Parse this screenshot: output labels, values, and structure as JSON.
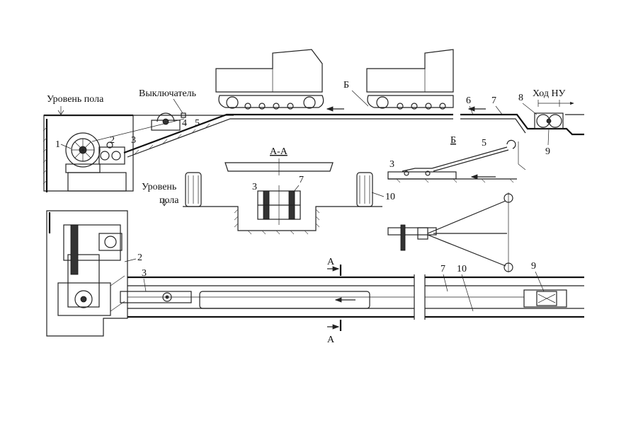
{
  "labels": {
    "floor_level_top": "Уровень пола",
    "switch": "Выключатель",
    "view_b_arrow": "Б",
    "view_b_title": "Б",
    "stroke_nu": "Ход НУ",
    "section_title": "А-А",
    "floor_level_section_line1": "Уровень",
    "floor_level_section_line2": "пола",
    "section_mark_top": "А",
    "section_mark_bottom": "А"
  },
  "callouts": {
    "n1": "1",
    "n2": "2",
    "n3": "3",
    "n4": "4",
    "n5": "5",
    "n6": "6",
    "n7": "7",
    "n8": "8",
    "n9": "9",
    "sec_3": "3",
    "sec_7": "7",
    "sec_10": "10",
    "viewb_3": "3",
    "viewb_5": "5",
    "plan_2": "2",
    "plan_3": "3",
    "plan_7": "7",
    "plan_10": "10",
    "plan_9": "9"
  }
}
